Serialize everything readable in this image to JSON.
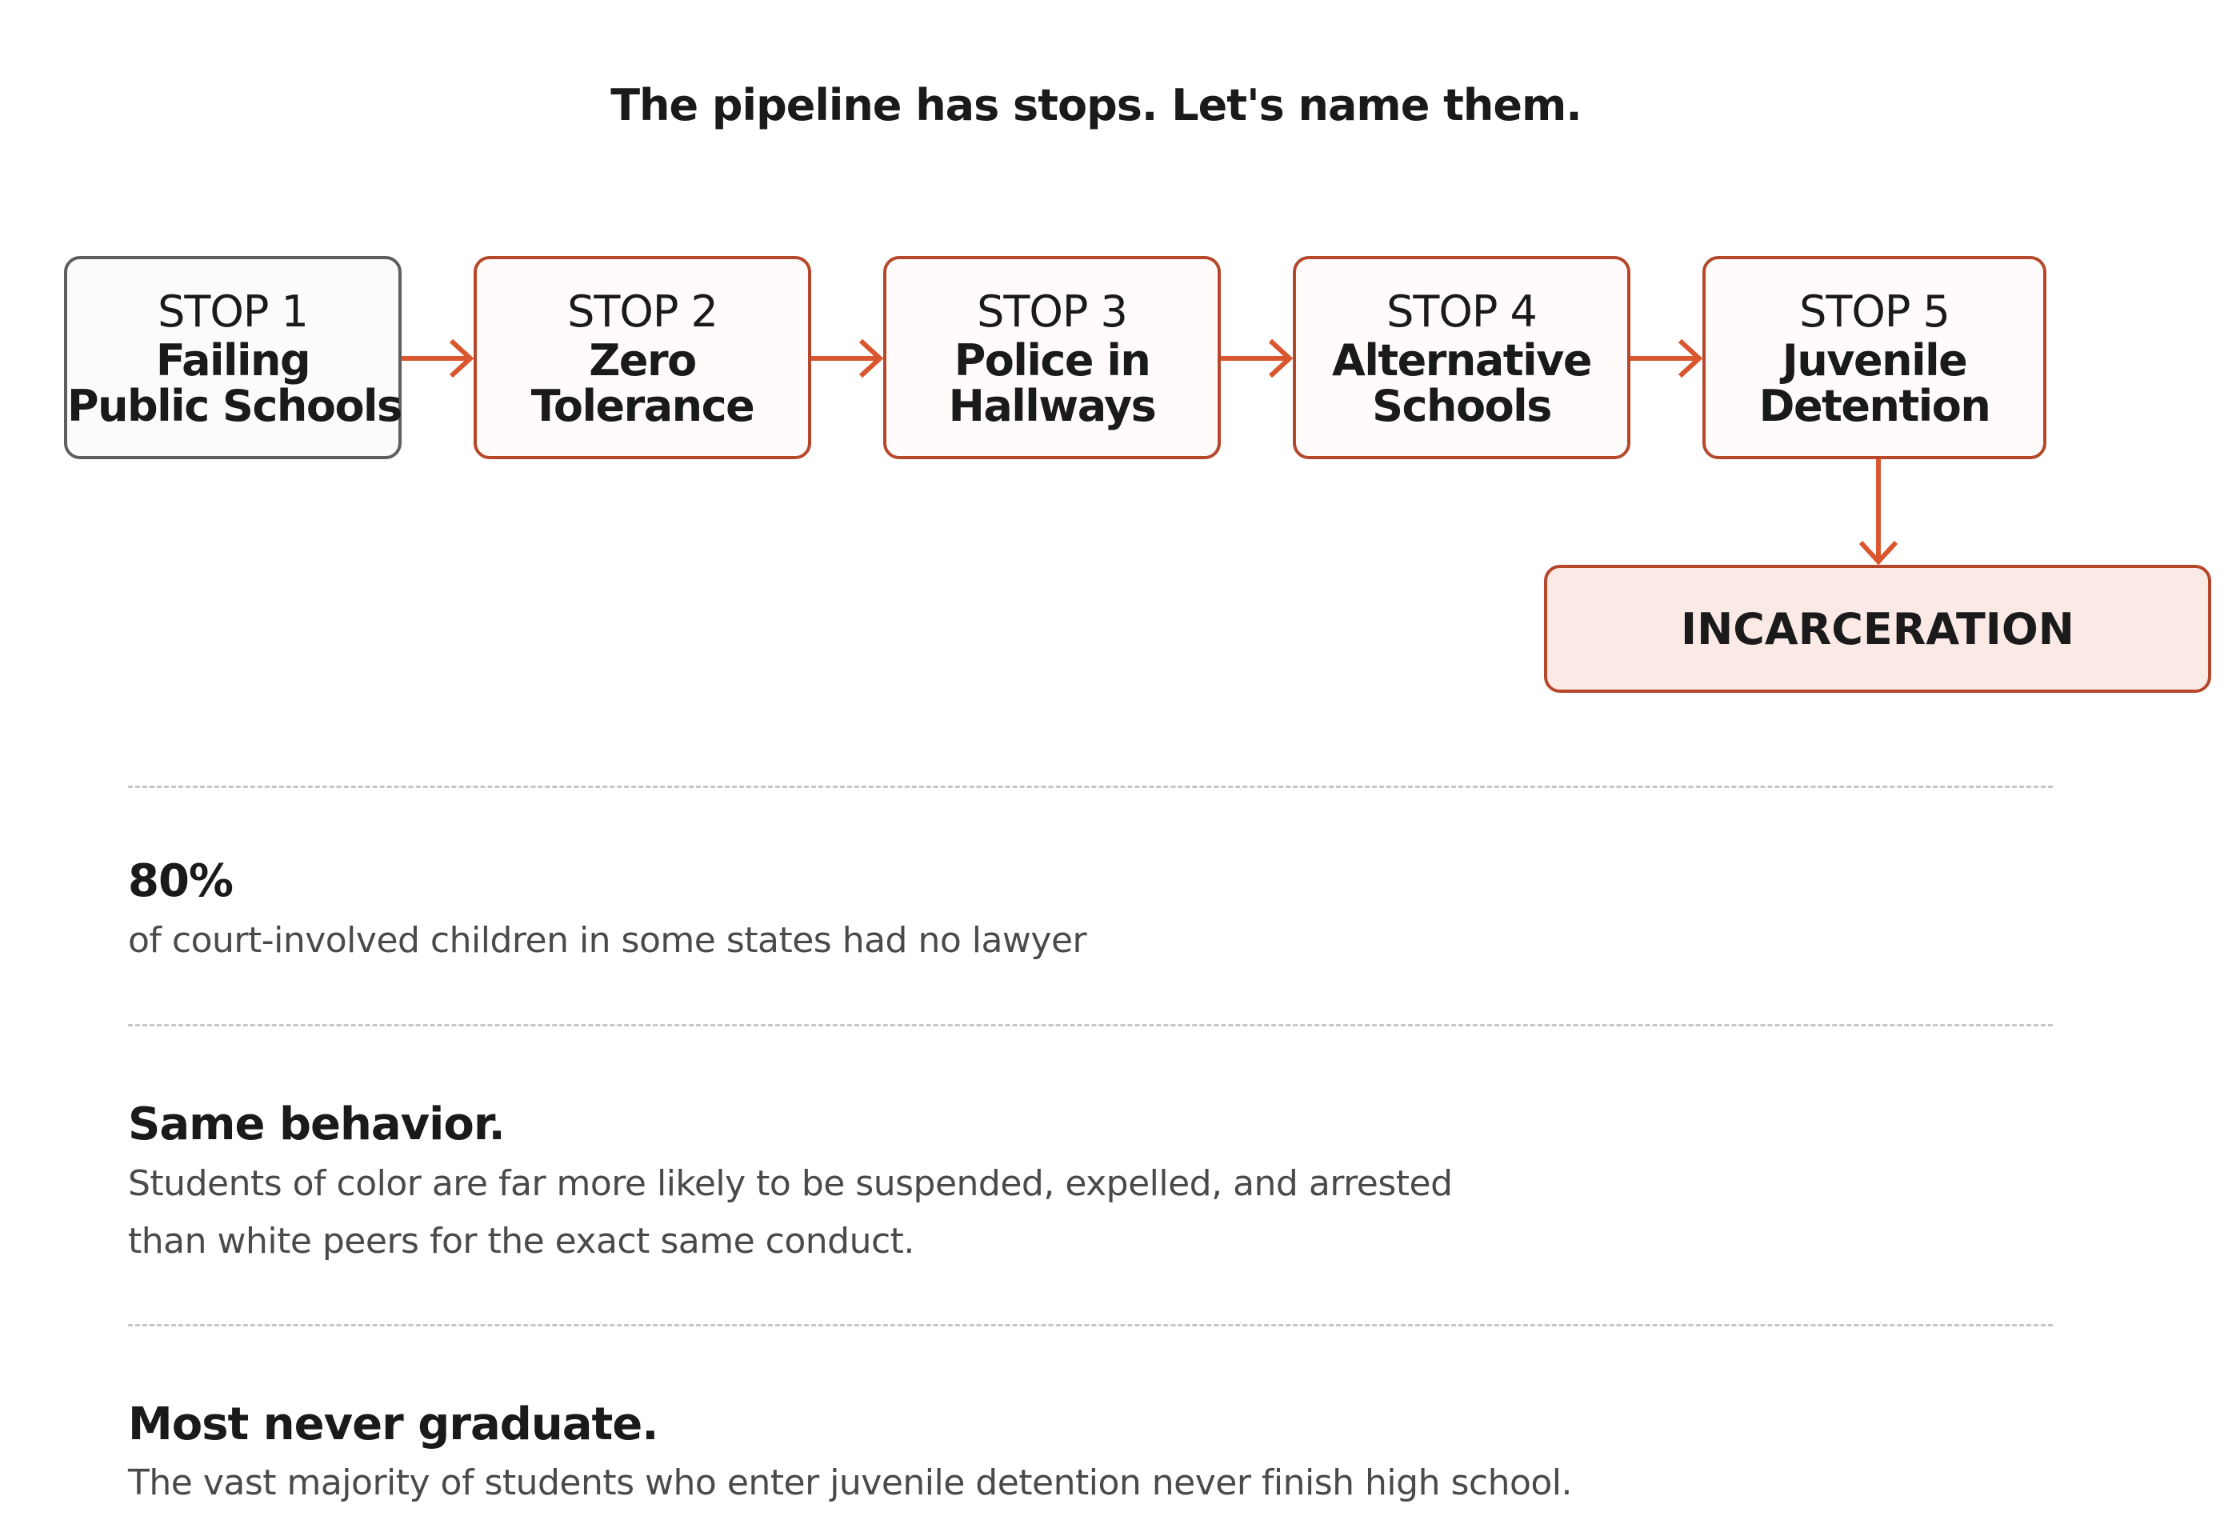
{
  "headline": "The pipeline has stops. Let's name them.",
  "colors": {
    "accent": "#d9562f",
    "stop_border": "#b5472b",
    "first_stop_border": "#5e5e5e",
    "incarceration_fill": "#fbe9e5",
    "divider": "#c6c6c6"
  },
  "stops": [
    {
      "number": "STOP 1",
      "title_lines": [
        "Failing",
        "Public Schools"
      ]
    },
    {
      "number": "STOP 2",
      "title_lines": [
        "Zero",
        "Tolerance"
      ]
    },
    {
      "number": "STOP 3",
      "title_lines": [
        "Police in",
        "Hallways"
      ]
    },
    {
      "number": "STOP 4",
      "title_lines": [
        "Alternative",
        "Schools"
      ]
    },
    {
      "number": "STOP 5",
      "title_lines": [
        "Juvenile",
        "Detention"
      ]
    }
  ],
  "endpoint": "INCARCERATION",
  "stats": [
    {
      "headline": "80%",
      "body_lines": [
        "of court-involved children in some states had no lawyer"
      ]
    },
    {
      "headline": "Same behavior.",
      "body_lines": [
        "Students of color are far more likely to be suspended, expelled, and arrested",
        "than white peers for the exact same conduct."
      ]
    },
    {
      "headline": "Most never graduate.",
      "body_lines": [
        "The vast majority of students who enter juvenile detention never finish high school."
      ]
    }
  ]
}
